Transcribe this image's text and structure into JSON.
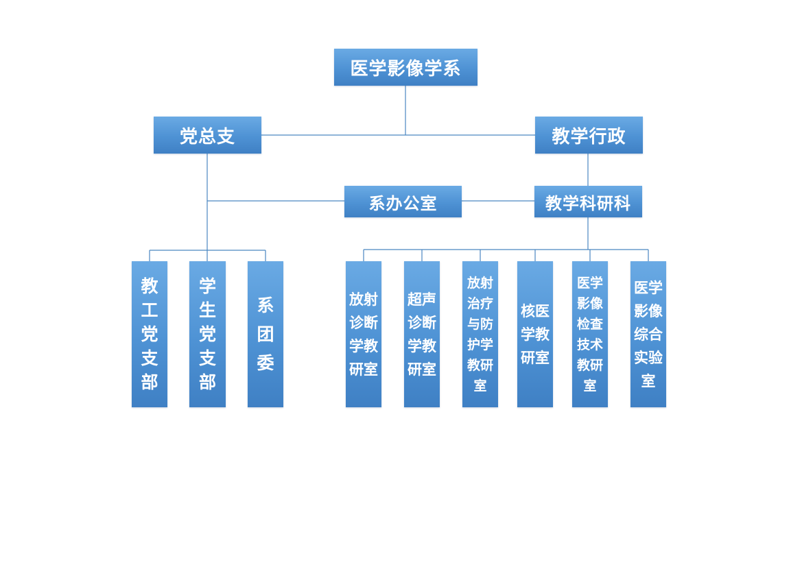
{
  "root": {
    "label": "医学影像学系"
  },
  "branches": {
    "party": {
      "label": "党总支"
    },
    "admin": {
      "label": "教学行政"
    }
  },
  "middle": {
    "office": {
      "label": "系办公室"
    },
    "research": {
      "label": "教学科研科"
    }
  },
  "party_units": [
    {
      "label": "教工党支部"
    },
    {
      "label": "学生党支部"
    },
    {
      "label": "系团委"
    }
  ],
  "research_units": [
    {
      "label": "放射诊断学教研室"
    },
    {
      "label": "超声诊断学教研室"
    },
    {
      "label": "放射治疗与防护学教研室"
    },
    {
      "label": "核医学教研室"
    },
    {
      "label": "医学影像检查技术教研室"
    },
    {
      "label": "医学影像综合实验室"
    }
  ]
}
